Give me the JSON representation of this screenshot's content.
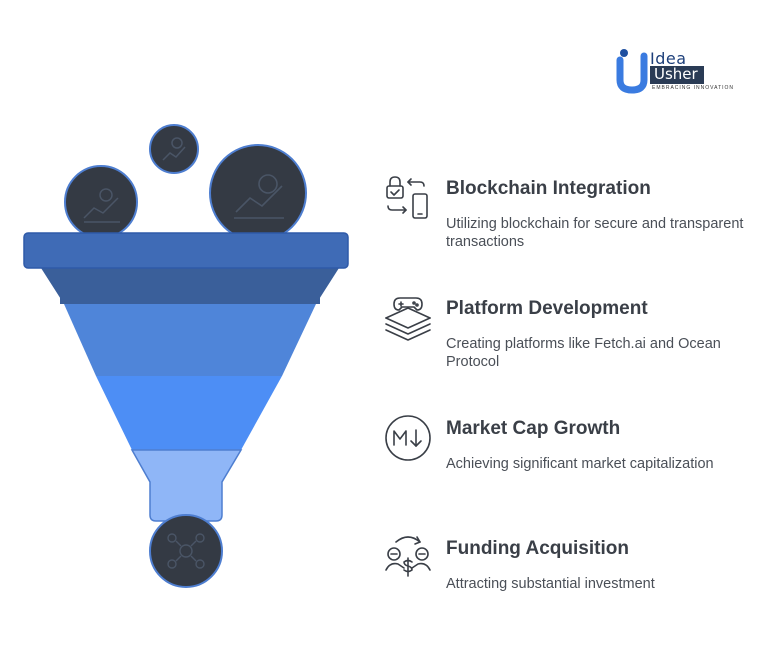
{
  "logo": {
    "word1": "Idea",
    "word2": "Usher",
    "tagline": "EMBRACING INNOVATION"
  },
  "funnel": {
    "colors": {
      "rim": "#3f6bb6",
      "rim_stroke": "#2f5aa8",
      "band1": "#3a5f9a",
      "band2": "#4f85d9",
      "band3": "#4d8ef5",
      "band4": "#8fb6f7",
      "ball": "#343a44",
      "ball_stroke": "#4e7ed0"
    },
    "input_icons": [
      "dollar-chart-icon",
      "dollar-chart-icon",
      "dollar-chart-icon"
    ],
    "output_icon": "money-network-icon"
  },
  "items": [
    {
      "icon": "blockchain-transfer-icon",
      "title": "Blockchain Integration",
      "desc": "Utilizing blockchain for secure and transparent transactions"
    },
    {
      "icon": "gamepad-layers-icon",
      "title": "Platform Development",
      "desc": "Creating platforms like Fetch.ai and Ocean Protocol"
    },
    {
      "icon": "market-cap-icon",
      "title": "Market Cap Growth",
      "desc": "Achieving significant market capitalization"
    },
    {
      "icon": "funding-cycle-icon",
      "title": "Funding Acquisition",
      "desc": "Attracting substantial investment"
    }
  ]
}
